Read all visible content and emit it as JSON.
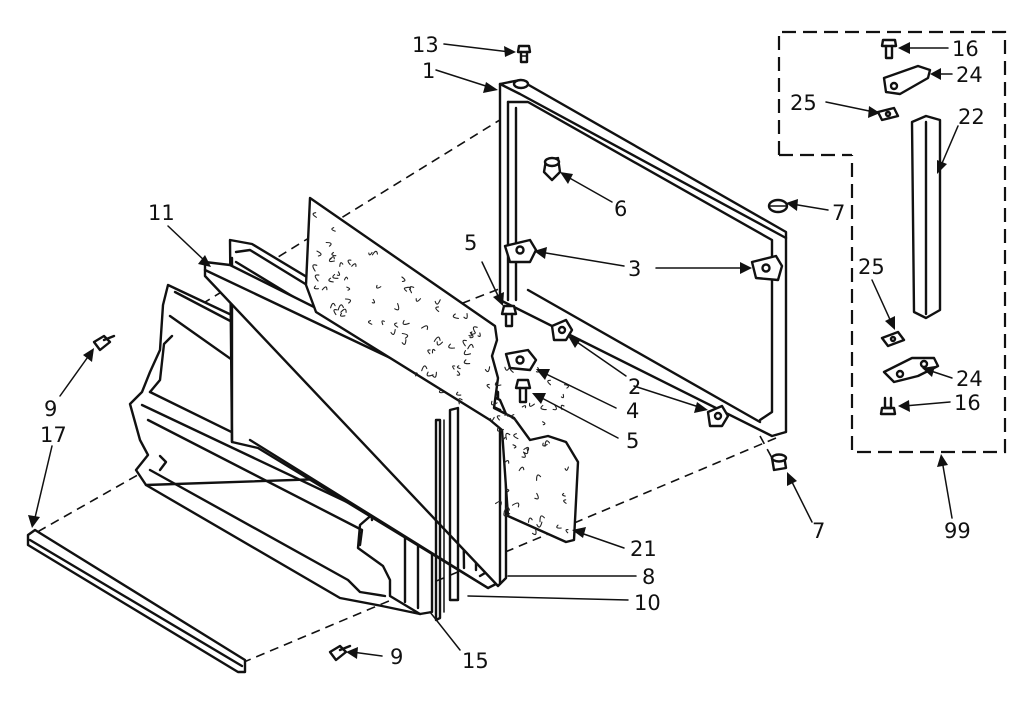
{
  "callouts": [
    {
      "id": "13",
      "text": "13"
    },
    {
      "id": "1",
      "text": "1"
    },
    {
      "id": "6",
      "text": "6"
    },
    {
      "id": "7a",
      "text": "7"
    },
    {
      "id": "5a",
      "text": "5"
    },
    {
      "id": "3",
      "text": "3"
    },
    {
      "id": "2",
      "text": "2"
    },
    {
      "id": "4",
      "text": "4"
    },
    {
      "id": "5b",
      "text": "5"
    },
    {
      "id": "7b",
      "text": "7"
    },
    {
      "id": "11",
      "text": "11"
    },
    {
      "id": "9a",
      "text": "9"
    },
    {
      "id": "17",
      "text": "17"
    },
    {
      "id": "21",
      "text": "21"
    },
    {
      "id": "8",
      "text": "8"
    },
    {
      "id": "10",
      "text": "10"
    },
    {
      "id": "9b",
      "text": "9"
    },
    {
      "id": "15",
      "text": "15"
    },
    {
      "id": "16a",
      "text": "16"
    },
    {
      "id": "24a",
      "text": "24"
    },
    {
      "id": "25a",
      "text": "25"
    },
    {
      "id": "22",
      "text": "22"
    },
    {
      "id": "25b",
      "text": "25"
    },
    {
      "id": "24b",
      "text": "24"
    },
    {
      "id": "16b",
      "text": "16"
    },
    {
      "id": "99",
      "text": "99"
    }
  ]
}
